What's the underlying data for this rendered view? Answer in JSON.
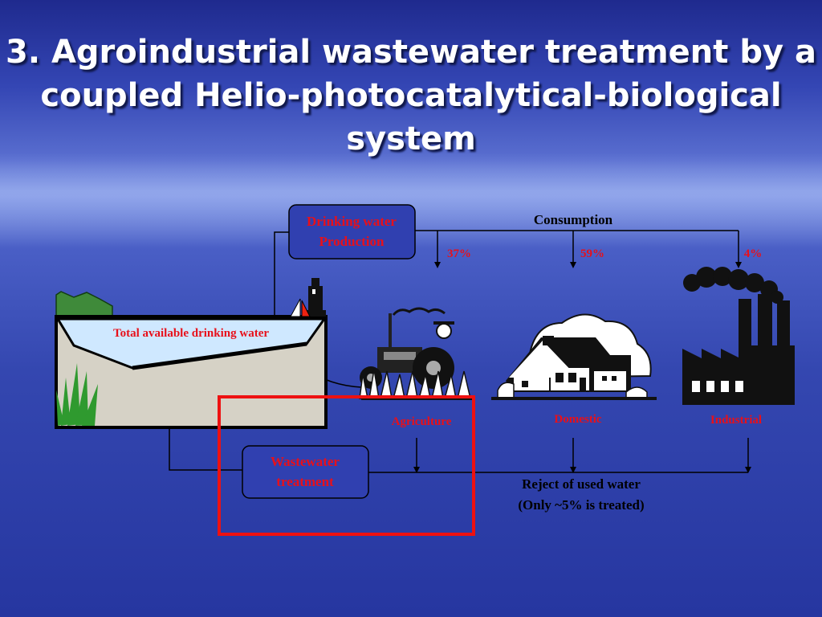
{
  "slide": {
    "title": "3. Agroindustrial wastewater treatment by a coupled Helio-photocatalytical-biological system"
  },
  "diagram": {
    "drinking_water_production": [
      "Drinking water",
      "Production"
    ],
    "consumption": "Consumption",
    "percentages": {
      "agriculture": "37%",
      "domestic": "59%",
      "industrial": "4%"
    },
    "reservoir_label": "Total available drinking water",
    "sectors": {
      "agriculture": "Agriculture",
      "domestic": "Domestic",
      "industrial": "Industrial"
    },
    "wastewater_treatment": [
      "Wastewater",
      "treatment"
    ],
    "reject": [
      "Reject of used water",
      "(Only ~5% is treated)"
    ]
  },
  "colors": {
    "label_red": "#e8101a",
    "highlight_box": "#ee1111",
    "box_fill": "#3040b0",
    "line": "#000000",
    "reservoir_water": "#cfe8ff",
    "ground": "#d6d2c6"
  }
}
